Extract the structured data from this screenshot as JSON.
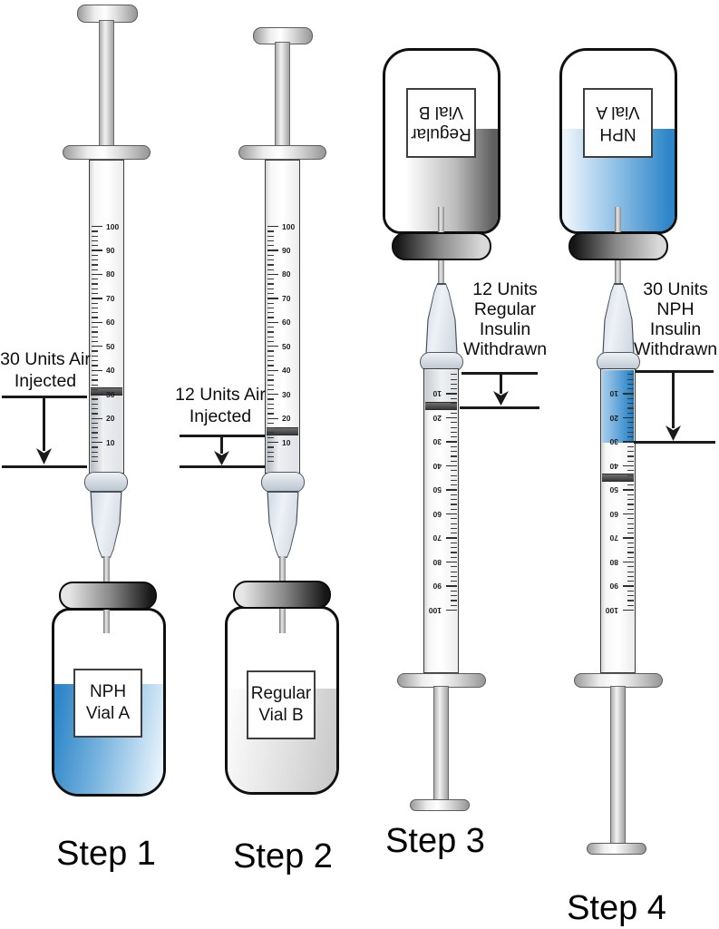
{
  "steps": [
    {
      "label": "Step 1",
      "annotation": {
        "line1": "30 Units Air",
        "line2": "Injected"
      },
      "vial": {
        "name_line1": "NPH",
        "name_line2": "Vial A"
      }
    },
    {
      "label": "Step 2",
      "annotation": {
        "line1": "12 Units Air",
        "line2": "Injected"
      },
      "vial": {
        "name_line1": "Regular",
        "name_line2": "Vial B"
      }
    },
    {
      "label": "Step 3",
      "annotation": {
        "line1": "12 Units",
        "line2": "Regular",
        "line3": "Insulin",
        "line4": "Withdrawn"
      },
      "vial": {
        "name_line1": "Regular",
        "name_line2": "Vial B"
      }
    },
    {
      "label": "Step 4",
      "annotation": {
        "line1": "30 Units",
        "line2": "NPH",
        "line3": "Insulin",
        "line4": "Withdrawn"
      },
      "vial": {
        "name_line1": "NPH",
        "name_line2": "Vial A"
      }
    }
  ],
  "syringe_scale": {
    "major_labels": [
      "10",
      "20",
      "30",
      "40",
      "50",
      "60",
      "70",
      "80",
      "90",
      "100"
    ],
    "units_per_major": 10,
    "minor_step_units": 2
  },
  "colors": {
    "nph_insulin_blue": "#2e86c8",
    "regular_insulin_gray": "#9a9a9a",
    "stopper_gray": "#4a4a4a",
    "outline_black": "#111111"
  }
}
